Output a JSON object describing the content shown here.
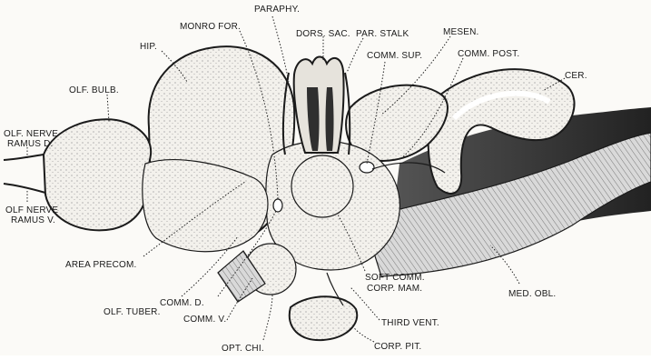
{
  "figure": {
    "labels": {
      "paraphy": "PARAPHY.",
      "monro_for": "MONRO FOR.",
      "dors_sac": "DORS. SAC.",
      "par_stalk": "PAR. STALK",
      "mesen": "MESEN.",
      "hip": "HIP.",
      "comm_sup": "COMM. SUP.",
      "comm_post": "COMM. POST.",
      "cer": "CER.",
      "olf_bulb": "OLF. BULB.",
      "olf_nerve_d_1": "OLF. NERVE",
      "olf_nerve_d_2": "RAMUS D.",
      "olf_nerve_v_1": "OLF NERVE",
      "olf_nerve_v_2": "RAMUS V.",
      "area_precom": "AREA PRECOM.",
      "comm_d": "COMM. D.",
      "olf_tuber": "OLF. TUBER.",
      "soft_comm": "SOFT COMM.",
      "corp_mam": "CORP. MAM.",
      "med_obl": "MED. OBL.",
      "comm_v": "COMM. V.",
      "third_vent": "THIRD VENT.",
      "opt_chi": "OPT. CHI.",
      "corp_pit": "CORP. PIT."
    }
  }
}
